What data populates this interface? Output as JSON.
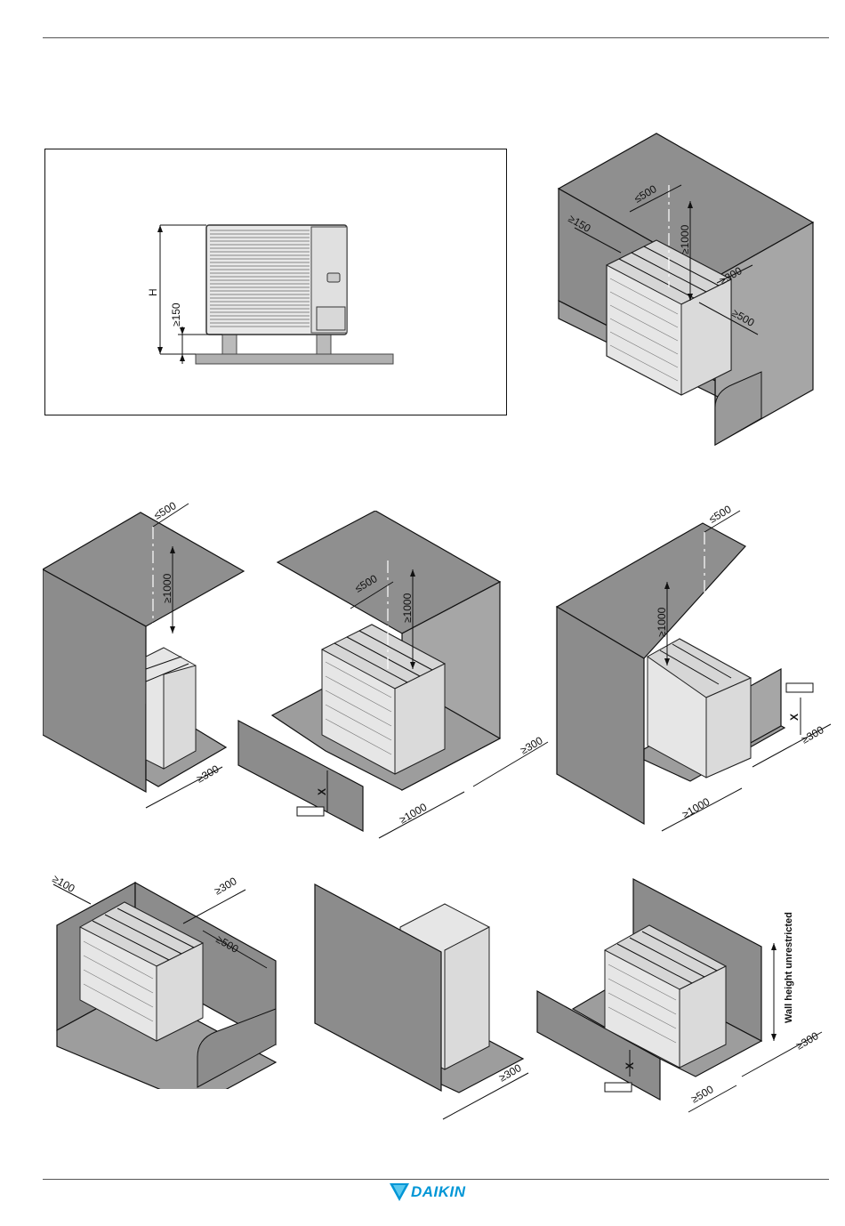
{
  "labels": {
    "h": "H",
    "ge150": "≥150",
    "le500": "≤500",
    "ge1000": "≥1000",
    "ge300": "≥300",
    "ge500": "≥500",
    "ge100": "≥100",
    "x": "X",
    "wall_height": "Wall height unrestricted"
  },
  "brand": {
    "name": "DAIKIN",
    "color": "#0096d6"
  }
}
